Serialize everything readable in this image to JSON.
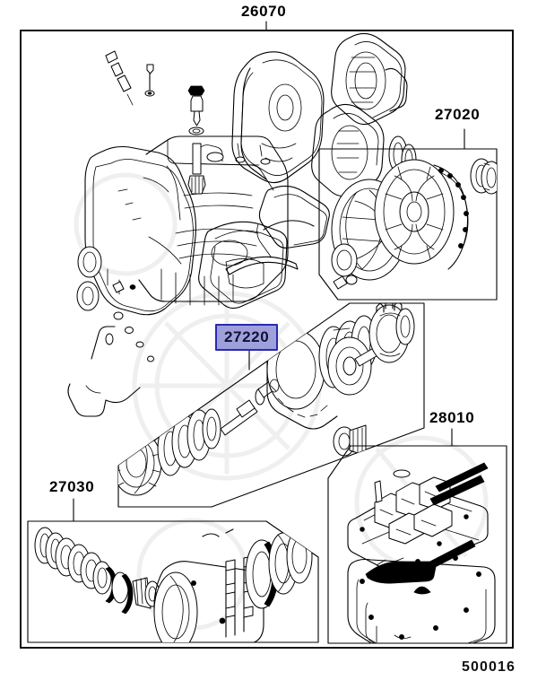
{
  "diagram": {
    "title": "Automatic Transmission Exploded Parts Diagram",
    "footer_code": "500016",
    "background_color": "#ffffff",
    "line_color": "#000000",
    "watermark_color": "#f0f0f0",
    "highlight": {
      "fill_color": "#9ea0dc",
      "border_color": "#2a2ab0",
      "text_color": "#111133"
    },
    "labels": [
      {
        "id": "26070",
        "code": "26070",
        "name": "transmission-case-assembly",
        "highlighted": false,
        "leader": true
      },
      {
        "id": "27020",
        "code": "27020",
        "name": "oil-pump-assembly",
        "highlighted": false,
        "leader": true
      },
      {
        "id": "27220",
        "code": "27220",
        "name": "clutch-assembly",
        "highlighted": true,
        "leader": true
      },
      {
        "id": "28010",
        "code": "28010",
        "name": "valve-body-and-oil-pan-assembly",
        "highlighted": false,
        "leader": true
      },
      {
        "id": "27030",
        "code": "27030",
        "name": "planetary-gear-assembly",
        "highlighted": false,
        "leader": true
      }
    ],
    "regions": [
      {
        "id": "26070",
        "shape": "outer-rectangle",
        "label_code": "26070"
      },
      {
        "id": "27020",
        "shape": "skewed-parallelogram",
        "label_code": "27020"
      },
      {
        "id": "27220",
        "shape": "skewed-parallelogram",
        "label_code": "27220"
      },
      {
        "id": "27030",
        "shape": "rectangle-clipped-corner",
        "label_code": "27030"
      },
      {
        "id": "28010",
        "shape": "rectangle-clipped-corner",
        "label_code": "28010"
      }
    ]
  }
}
